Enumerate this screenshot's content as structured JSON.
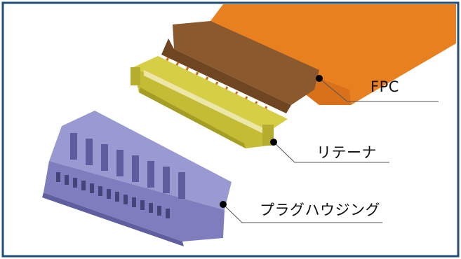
{
  "callouts": {
    "fpc": "FPC",
    "retainer": "リテーナ",
    "plug_housing": "プラグハウジング"
  },
  "colors": {
    "frame_border": "#1f4e79",
    "fpc_orange": "#e87d1f",
    "fpc_brown": "#8a5a2e",
    "retainer_yellow": "#c9c23a",
    "housing_lavender": "#8f8fc9",
    "leader_line": "#555555",
    "leader_dot": "#000000"
  }
}
